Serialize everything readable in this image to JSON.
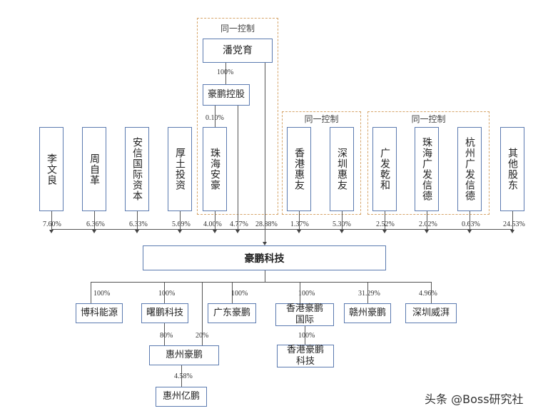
{
  "groups": {
    "g1_label": "同一控制",
    "g2_label": "同一控制",
    "g3_label": "同一控制"
  },
  "top": {
    "pan": "潘党育",
    "pan_to_haopeng_pct": "100%",
    "haopeng_holding": "豪鹏控股",
    "holding_to_zhuhai_pct": "0.10%"
  },
  "shareholders": [
    {
      "name": "李文良",
      "pct": "7.60%"
    },
    {
      "name": "周自革",
      "pct": "6.36%"
    },
    {
      "name": "安信国际资本",
      "pct": "6.33%"
    },
    {
      "name": "厚土投资",
      "pct": "5.69%"
    },
    {
      "name": "珠海安豪",
      "pct": "4.00%"
    },
    {
      "name": "香港惠友",
      "pct": "1.37%"
    },
    {
      "name": "深圳惠友",
      "pct": "5.30%"
    },
    {
      "name": "广发乾和",
      "pct": "2.52%"
    },
    {
      "name": "珠海广发信德",
      "pct": "2.02%"
    },
    {
      "name": "杭州广发信德",
      "pct": "0.63%"
    },
    {
      "name": "其他股东",
      "pct": "24.53%"
    }
  ],
  "direct_pcts": {
    "holding_pct": "4.77%",
    "pan_pct": "28.88%"
  },
  "company": "豪鹏科技",
  "subsidiaries": [
    {
      "name": "博科能源",
      "pct": "100%"
    },
    {
      "name": "曙鹏科技",
      "pct": "100%"
    },
    {
      "name": "广东豪鹏",
      "pct": "100%"
    },
    {
      "name": "香港豪鹏国际",
      "pct": "100%"
    },
    {
      "name": "赣州豪鹏",
      "pct": "31.29%"
    },
    {
      "name": "深圳威湃",
      "pct": "4.96%"
    }
  ],
  "second_level": {
    "hk_tech": "香港豪鹏科技",
    "hk_tech_pct": "100%",
    "huizhou": "惠州豪鹏",
    "huizhou_from_shupeng_pct": "80%",
    "huizhou_from_parent_pct": "20%",
    "yipeng": "惠州亿鹏",
    "yipeng_pct": "4.58%"
  },
  "watermark": "头条 @Boss研究社"
}
